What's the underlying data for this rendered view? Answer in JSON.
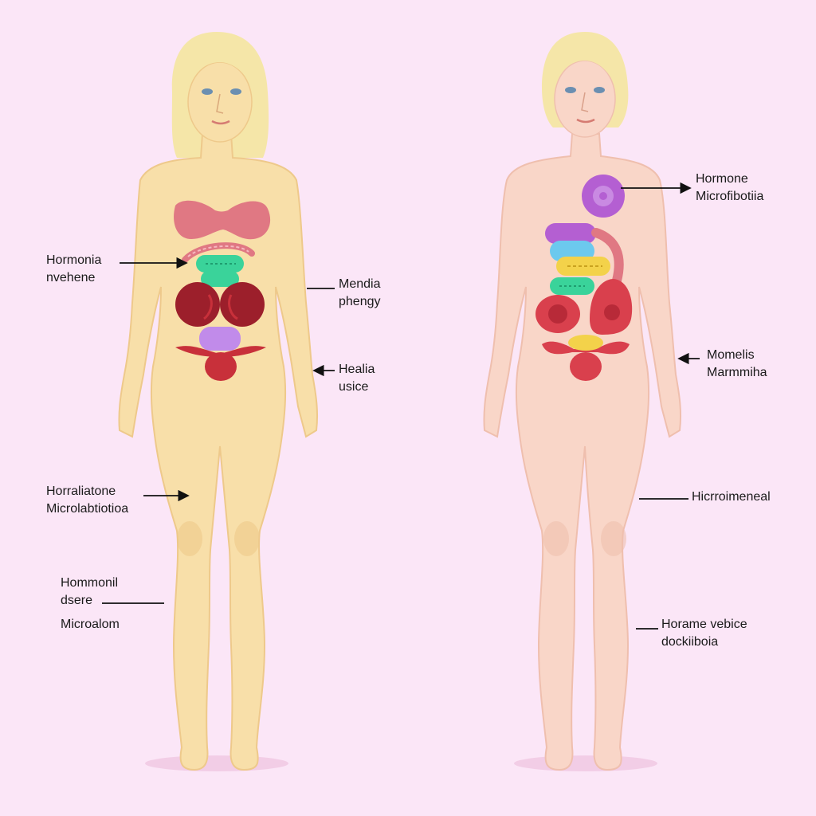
{
  "figures": [
    {
      "name": "left",
      "colors": {
        "skin": "#f8dfa9",
        "skin_shade": "#eec98b",
        "hair": "#f5e6a8"
      },
      "labels": [
        {
          "lines": [
            "Hormonia",
            "nvehene"
          ]
        },
        {
          "lines": [
            "Mendia",
            "phengy"
          ]
        },
        {
          "lines": [
            "Healia",
            "usice"
          ]
        },
        {
          "lines": [
            "Horraliatone",
            "Microlabtiotioa"
          ]
        },
        {
          "lines": [
            "Hommonil",
            "dsere"
          ]
        },
        {
          "lines": [
            "Microalom"
          ]
        }
      ]
    },
    {
      "name": "right",
      "colors": {
        "skin": "#f9d6c8",
        "skin_shade": "#efbfae",
        "hair": "#f5e6a8"
      },
      "labels": [
        {
          "lines": [
            "Hormone",
            "Microfibotiia"
          ]
        },
        {
          "lines": [
            "Momelis",
            "Marmmiha"
          ]
        },
        {
          "lines": [
            "Hicrroimeneal"
          ]
        },
        {
          "lines": [
            "Horame vebice",
            "dockiiboia"
          ]
        }
      ]
    }
  ],
  "organ_colors": {
    "red": "#c8303a",
    "dark_red": "#9c1f2b",
    "pink": "#e07883",
    "green": "#3ad39a",
    "purple": "#b45fd2",
    "violet": "#c18bea",
    "blue": "#6cc9ee",
    "yellow": "#f3d24a"
  }
}
